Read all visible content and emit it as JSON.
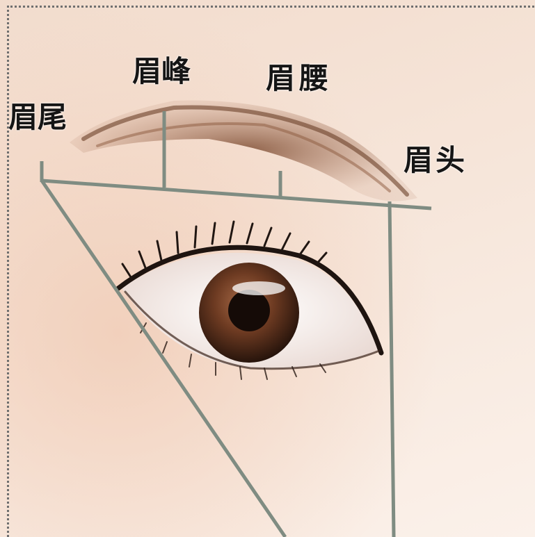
{
  "labels": {
    "tail": "眉尾",
    "peak": "眉峰",
    "waist": "眉腰",
    "head": "眉头"
  },
  "colors": {
    "skin_light": "#fbf1ea",
    "skin_warm": "#f2dccd",
    "brow": "#8a5a3f",
    "guide_line": "#7f8c82",
    "iris": "#5a2f1c",
    "pupil": "#150b07",
    "lash": "#201612"
  }
}
